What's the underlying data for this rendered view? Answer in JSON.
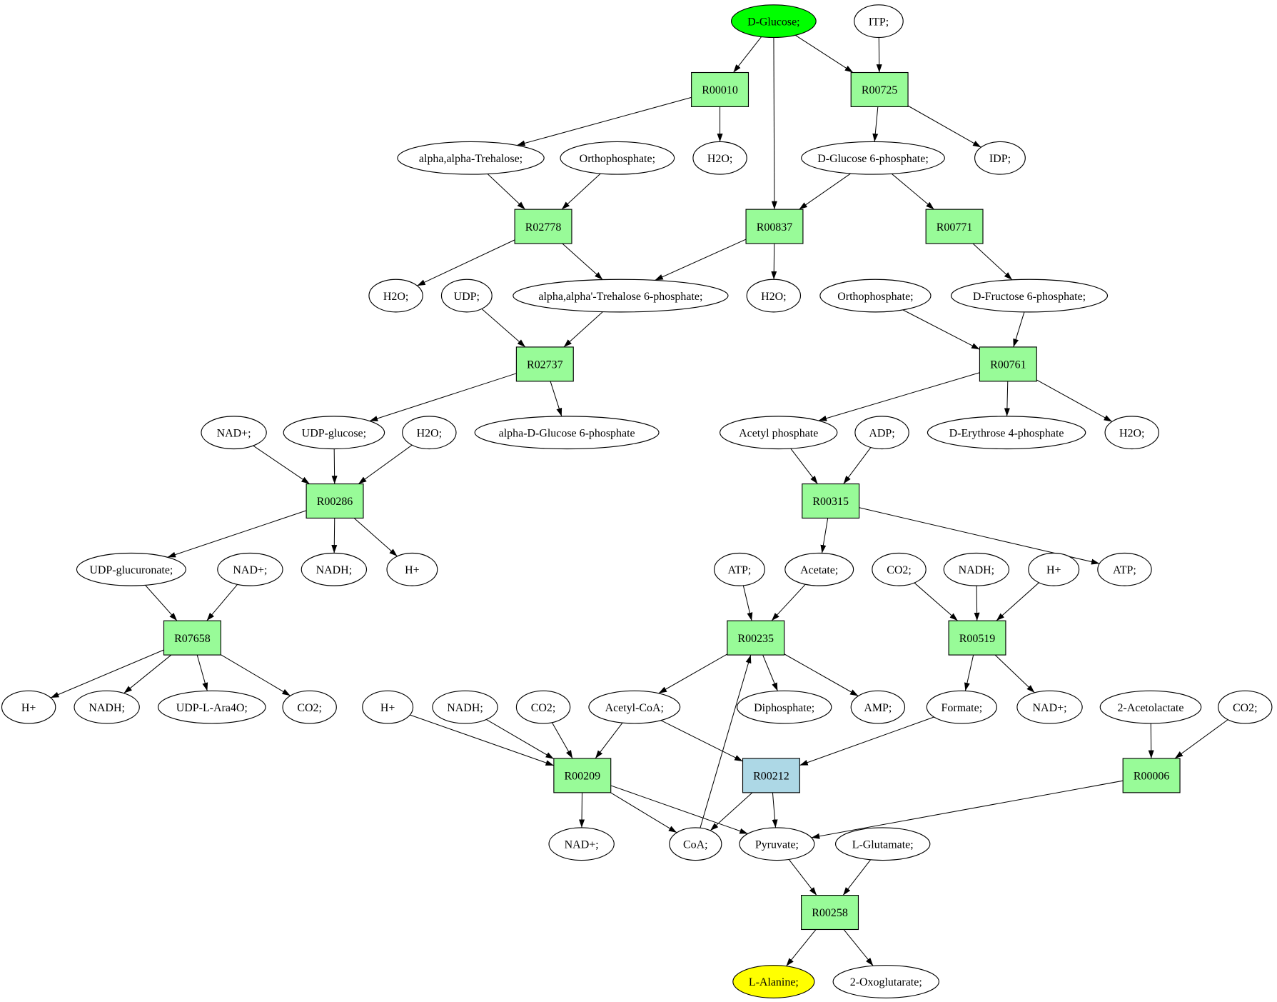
{
  "colors": {
    "start": "#00ff00",
    "target": "#ffff00",
    "reaction": "#98fb98",
    "highlight_reaction": "#add8e6"
  },
  "nodes": [
    {
      "id": "glc",
      "label": "D-Glucose;",
      "kind": "compound",
      "role": "start"
    },
    {
      "id": "itp",
      "label": "ITP;",
      "kind": "compound"
    },
    {
      "id": "R00010",
      "label": "R00010",
      "kind": "reaction"
    },
    {
      "id": "R00725",
      "label": "R00725",
      "kind": "reaction"
    },
    {
      "id": "treh",
      "label": "alpha,alpha-Trehalose;",
      "kind": "compound"
    },
    {
      "id": "pi1",
      "label": "Orthophosphate;",
      "kind": "compound"
    },
    {
      "id": "h2o1",
      "label": "H2O;",
      "kind": "compound"
    },
    {
      "id": "g6p",
      "label": "D-Glucose 6-phosphate;",
      "kind": "compound"
    },
    {
      "id": "idp",
      "label": "IDP;",
      "kind": "compound"
    },
    {
      "id": "R02778",
      "label": "R02778",
      "kind": "reaction"
    },
    {
      "id": "R00837",
      "label": "R00837",
      "kind": "reaction"
    },
    {
      "id": "R00771",
      "label": "R00771",
      "kind": "reaction"
    },
    {
      "id": "h2o2",
      "label": "H2O;",
      "kind": "compound"
    },
    {
      "id": "udp",
      "label": "UDP;",
      "kind": "compound"
    },
    {
      "id": "t6p",
      "label": "alpha,alpha'-Trehalose 6-phosphate;",
      "kind": "compound"
    },
    {
      "id": "h2o3",
      "label": "H2O;",
      "kind": "compound"
    },
    {
      "id": "pi2",
      "label": "Orthophosphate;",
      "kind": "compound"
    },
    {
      "id": "f6p",
      "label": "D-Fructose 6-phosphate;",
      "kind": "compound"
    },
    {
      "id": "R02737",
      "label": "R02737",
      "kind": "reaction"
    },
    {
      "id": "R00761",
      "label": "R00761",
      "kind": "reaction"
    },
    {
      "id": "nad1",
      "label": "NAD+;",
      "kind": "compound"
    },
    {
      "id": "udpglc",
      "label": "UDP-glucose;",
      "kind": "compound"
    },
    {
      "id": "h2o4",
      "label": "H2O;",
      "kind": "compound"
    },
    {
      "id": "adg6p",
      "label": "alpha-D-Glucose 6-phosphate",
      "kind": "compound"
    },
    {
      "id": "acp",
      "label": "Acetyl phosphate",
      "kind": "compound"
    },
    {
      "id": "adp",
      "label": "ADP;",
      "kind": "compound"
    },
    {
      "id": "e4p",
      "label": "D-Erythrose 4-phosphate",
      "kind": "compound"
    },
    {
      "id": "h2o5",
      "label": "H2O;",
      "kind": "compound"
    },
    {
      "id": "R00286",
      "label": "R00286",
      "kind": "reaction"
    },
    {
      "id": "R00315",
      "label": "R00315",
      "kind": "reaction"
    },
    {
      "id": "udpga",
      "label": "UDP-glucuronate;",
      "kind": "compound"
    },
    {
      "id": "nad2",
      "label": "NAD+;",
      "kind": "compound"
    },
    {
      "id": "nadh1",
      "label": "NADH;",
      "kind": "compound"
    },
    {
      "id": "h1",
      "label": "H+",
      "kind": "compound"
    },
    {
      "id": "atp1",
      "label": "ATP;",
      "kind": "compound"
    },
    {
      "id": "ace",
      "label": "Acetate;",
      "kind": "compound"
    },
    {
      "id": "co2a",
      "label": "CO2;",
      "kind": "compound"
    },
    {
      "id": "nadh2",
      "label": "NADH;",
      "kind": "compound"
    },
    {
      "id": "h2",
      "label": "H+",
      "kind": "compound"
    },
    {
      "id": "atp2",
      "label": "ATP;",
      "kind": "compound"
    },
    {
      "id": "R07658",
      "label": "R07658",
      "kind": "reaction"
    },
    {
      "id": "R00235",
      "label": "R00235",
      "kind": "reaction"
    },
    {
      "id": "R00519",
      "label": "R00519",
      "kind": "reaction"
    },
    {
      "id": "h3",
      "label": "H+",
      "kind": "compound"
    },
    {
      "id": "nadh3",
      "label": "NADH;",
      "kind": "compound"
    },
    {
      "id": "ara",
      "label": "UDP-L-Ara4O;",
      "kind": "compound"
    },
    {
      "id": "co2b",
      "label": "CO2;",
      "kind": "compound"
    },
    {
      "id": "h4",
      "label": "H+",
      "kind": "compound"
    },
    {
      "id": "nadh4",
      "label": "NADH;",
      "kind": "compound"
    },
    {
      "id": "co2c",
      "label": "CO2;",
      "kind": "compound"
    },
    {
      "id": "accoa",
      "label": "Acetyl-CoA;",
      "kind": "compound"
    },
    {
      "id": "ppi",
      "label": "Diphosphate;",
      "kind": "compound"
    },
    {
      "id": "amp",
      "label": "AMP;",
      "kind": "compound"
    },
    {
      "id": "form",
      "label": "Formate;",
      "kind": "compound"
    },
    {
      "id": "nad3",
      "label": "NAD+;",
      "kind": "compound"
    },
    {
      "id": "acl",
      "label": "2-Acetolactate",
      "kind": "compound"
    },
    {
      "id": "co2d",
      "label": "CO2;",
      "kind": "compound"
    },
    {
      "id": "R00209",
      "label": "R00209",
      "kind": "reaction"
    },
    {
      "id": "R00212",
      "label": "R00212",
      "kind": "reaction",
      "role": "highlight"
    },
    {
      "id": "R00006",
      "label": "R00006",
      "kind": "reaction"
    },
    {
      "id": "nad4",
      "label": "NAD+;",
      "kind": "compound"
    },
    {
      "id": "coa",
      "label": "CoA;",
      "kind": "compound"
    },
    {
      "id": "pyr",
      "label": "Pyruvate;",
      "kind": "compound"
    },
    {
      "id": "glu",
      "label": "L-Glutamate;",
      "kind": "compound"
    },
    {
      "id": "R00258",
      "label": "R00258",
      "kind": "reaction"
    },
    {
      "id": "ala",
      "label": "L-Alanine;",
      "kind": "compound",
      "role": "target"
    },
    {
      "id": "oxo",
      "label": "2-Oxoglutarate;",
      "kind": "compound"
    }
  ],
  "edges": [
    [
      "glc",
      "R00010"
    ],
    [
      "glc",
      "R00725"
    ],
    [
      "itp",
      "R00725"
    ],
    [
      "glc",
      "R00837"
    ],
    [
      "R00010",
      "treh"
    ],
    [
      "R00010",
      "h2o1"
    ],
    [
      "R00725",
      "g6p"
    ],
    [
      "R00725",
      "idp"
    ],
    [
      "treh",
      "R02778"
    ],
    [
      "pi1",
      "R02778"
    ],
    [
      "g6p",
      "R00837"
    ],
    [
      "g6p",
      "R00771"
    ],
    [
      "R02778",
      "h2o2"
    ],
    [
      "R02778",
      "t6p"
    ],
    [
      "R00837",
      "t6p"
    ],
    [
      "R00837",
      "h2o3"
    ],
    [
      "R00771",
      "f6p"
    ],
    [
      "udp",
      "R02737"
    ],
    [
      "t6p",
      "R02737"
    ],
    [
      "pi2",
      "R00761"
    ],
    [
      "f6p",
      "R00761"
    ],
    [
      "R02737",
      "udpglc"
    ],
    [
      "R02737",
      "adg6p"
    ],
    [
      "R00761",
      "acp"
    ],
    [
      "R00761",
      "e4p"
    ],
    [
      "R00761",
      "h2o5"
    ],
    [
      "nad1",
      "R00286"
    ],
    [
      "udpglc",
      "R00286"
    ],
    [
      "h2o4",
      "R00286"
    ],
    [
      "acp",
      "R00315"
    ],
    [
      "adp",
      "R00315"
    ],
    [
      "R00286",
      "udpga"
    ],
    [
      "R00286",
      "nadh1"
    ],
    [
      "R00286",
      "h1"
    ],
    [
      "R00315",
      "ace"
    ],
    [
      "R00315",
      "atp2"
    ],
    [
      "udpga",
      "R07658"
    ],
    [
      "nad2",
      "R07658"
    ],
    [
      "atp1",
      "R00235"
    ],
    [
      "ace",
      "R00235"
    ],
    [
      "co2a",
      "R00519"
    ],
    [
      "nadh2",
      "R00519"
    ],
    [
      "h2",
      "R00519"
    ],
    [
      "R07658",
      "h3"
    ],
    [
      "R07658",
      "nadh3"
    ],
    [
      "R07658",
      "ara"
    ],
    [
      "R07658",
      "co2b"
    ],
    [
      "R00235",
      "accoa"
    ],
    [
      "R00235",
      "ppi"
    ],
    [
      "R00235",
      "amp"
    ],
    [
      "R00519",
      "form"
    ],
    [
      "R00519",
      "nad3"
    ],
    [
      "h4",
      "R00209"
    ],
    [
      "nadh4",
      "R00209"
    ],
    [
      "co2c",
      "R00209"
    ],
    [
      "accoa",
      "R00209"
    ],
    [
      "accoa",
      "R00212"
    ],
    [
      "form",
      "R00212"
    ],
    [
      "acl",
      "R00006"
    ],
    [
      "co2d",
      "R00006"
    ],
    [
      "R00209",
      "nad4"
    ],
    [
      "R00209",
      "coa"
    ],
    [
      "R00209",
      "pyr"
    ],
    [
      "R00212",
      "coa"
    ],
    [
      "R00212",
      "pyr"
    ],
    [
      "R00006",
      "pyr"
    ],
    [
      "coa",
      "R00235"
    ],
    [
      "pyr",
      "R00258"
    ],
    [
      "glu",
      "R00258"
    ],
    [
      "R00258",
      "ala"
    ],
    [
      "R00258",
      "oxo"
    ]
  ]
}
